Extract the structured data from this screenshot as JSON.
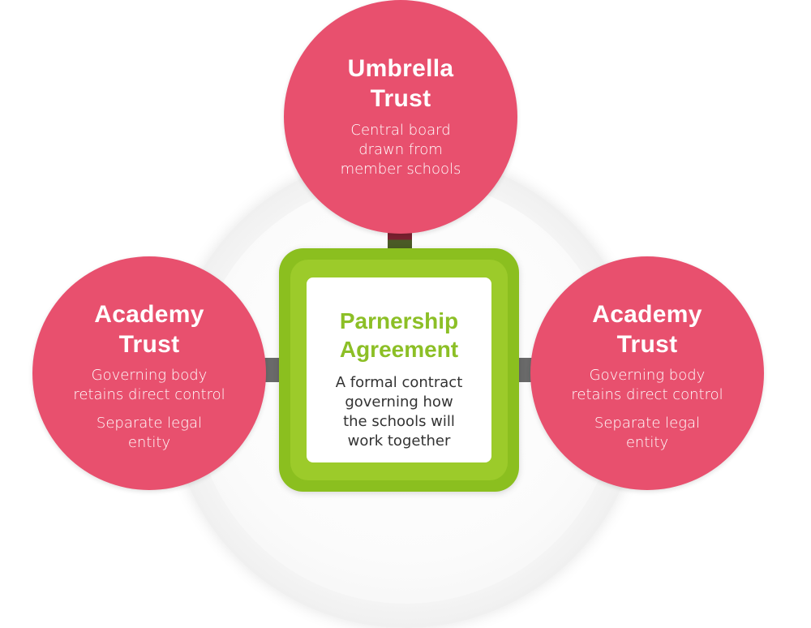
{
  "colors": {
    "circle_fill": "#e8506e",
    "center_frame": "#8bbf1f",
    "center_title": "#8cbf26",
    "connector": "#7a2130",
    "text_light": "#ffffff",
    "text_dark": "#333333"
  },
  "umbrella": {
    "title_line1": "Umbrella",
    "title_line2": "Trust",
    "desc": [
      "Central board",
      "drawn from",
      "member schools"
    ]
  },
  "left": {
    "title_line1": "Academy",
    "title_line2": "Trust",
    "desc1": [
      "Governing body",
      "retains direct control"
    ],
    "desc2": [
      "Separate legal",
      "entity"
    ]
  },
  "right": {
    "title_line1": "Academy",
    "title_line2": "Trust",
    "desc1": [
      "Governing body",
      "retains direct control"
    ],
    "desc2": [
      "Separate legal",
      "entity"
    ]
  },
  "center": {
    "title_line1": "Parnership",
    "title_line2": "Agreement",
    "desc": [
      "A formal contract",
      "governing how",
      "the schools will",
      "work together"
    ]
  }
}
